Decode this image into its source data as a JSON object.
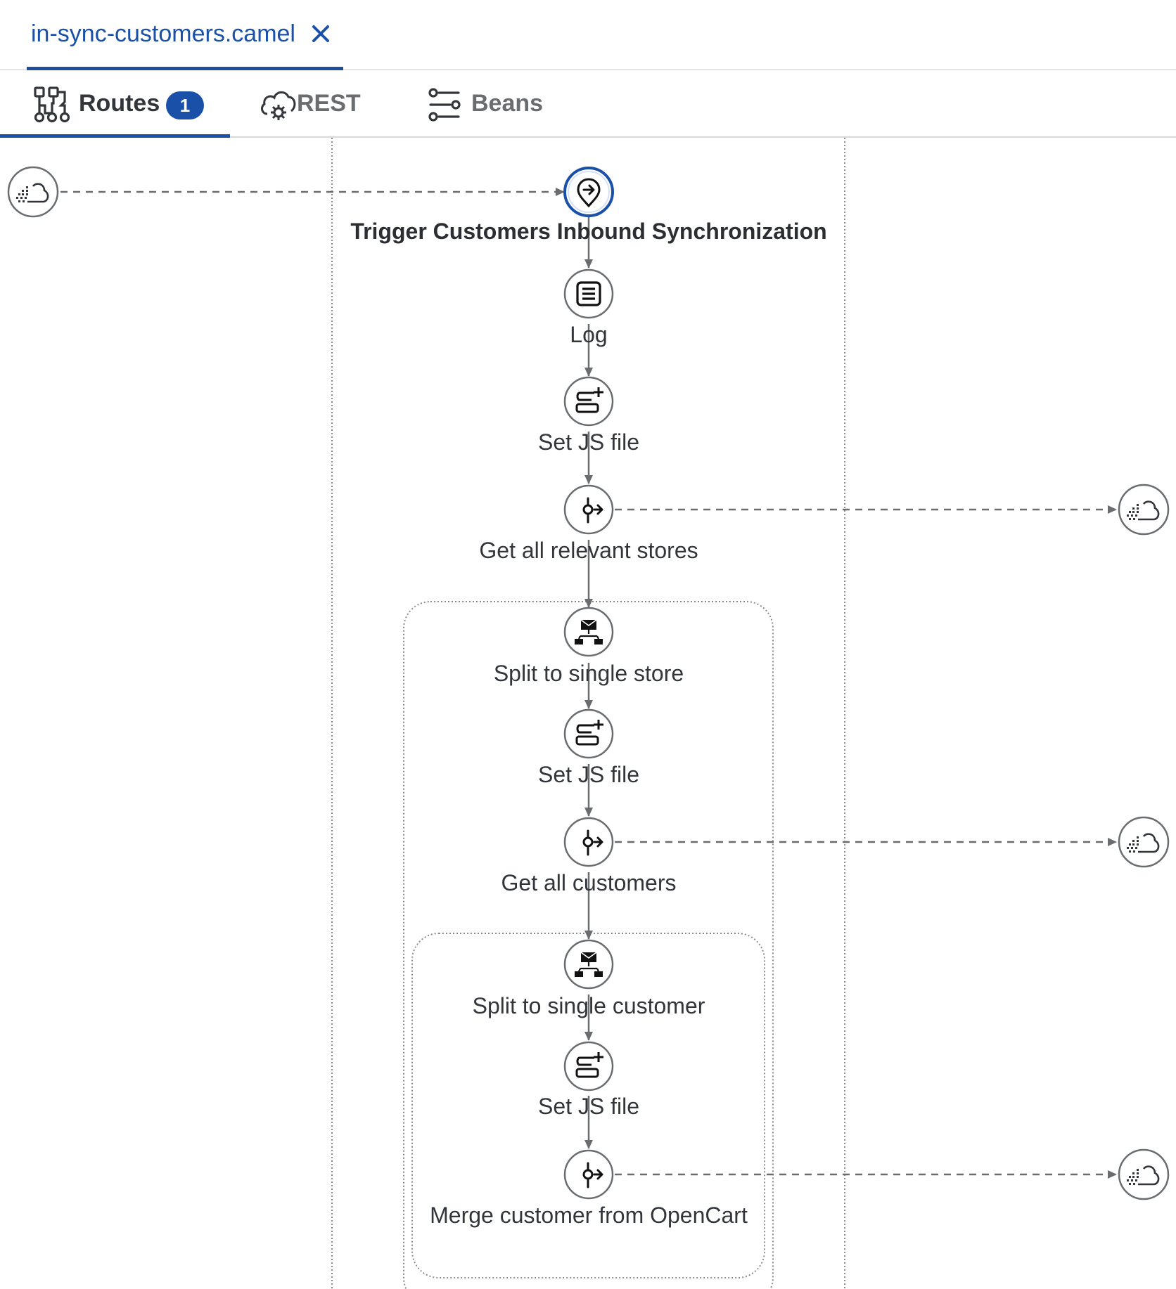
{
  "file_tab": {
    "title": "in-sync-customers.camel",
    "close_icon": "close-icon"
  },
  "designer_tabs": [
    {
      "label": "Routes",
      "badge": "1",
      "icon": "routes-icon",
      "active": true
    },
    {
      "label": "REST",
      "icon": "rest-cloud-gear-icon",
      "active": false
    },
    {
      "label": "Beans",
      "icon": "beans-settings-icon",
      "active": false
    }
  ],
  "route": {
    "steps": [
      {
        "label": "Trigger Customers Inbound Synchronization",
        "icon": "route-start-icon"
      },
      {
        "label": "Log",
        "icon": "log-icon"
      },
      {
        "label": "Set JS file",
        "icon": "set-header-icon"
      },
      {
        "label": "Get all relevant stores",
        "icon": "enrich-icon"
      },
      {
        "label": "Split to single store",
        "icon": "split-icon"
      },
      {
        "label": "Set JS file",
        "icon": "set-header-icon"
      },
      {
        "label": "Get all customers",
        "icon": "enrich-icon"
      },
      {
        "label": "Split to single customer",
        "icon": "split-icon"
      },
      {
        "label": "Set JS file",
        "icon": "set-header-icon"
      },
      {
        "label": "Merge customer from OpenCart",
        "icon": "enrich-icon"
      }
    ],
    "external_endpoints": [
      {
        "icon": "cloud-endpoint-icon",
        "role": "incoming"
      },
      {
        "icon": "cloud-endpoint-icon",
        "role": "outgoing"
      },
      {
        "icon": "cloud-endpoint-icon",
        "role": "outgoing"
      },
      {
        "icon": "cloud-endpoint-icon",
        "role": "outgoing"
      }
    ],
    "colors": {
      "start_border": "#1a50a8",
      "edge": "#6a6d70",
      "frame": "#8a8d90"
    }
  }
}
